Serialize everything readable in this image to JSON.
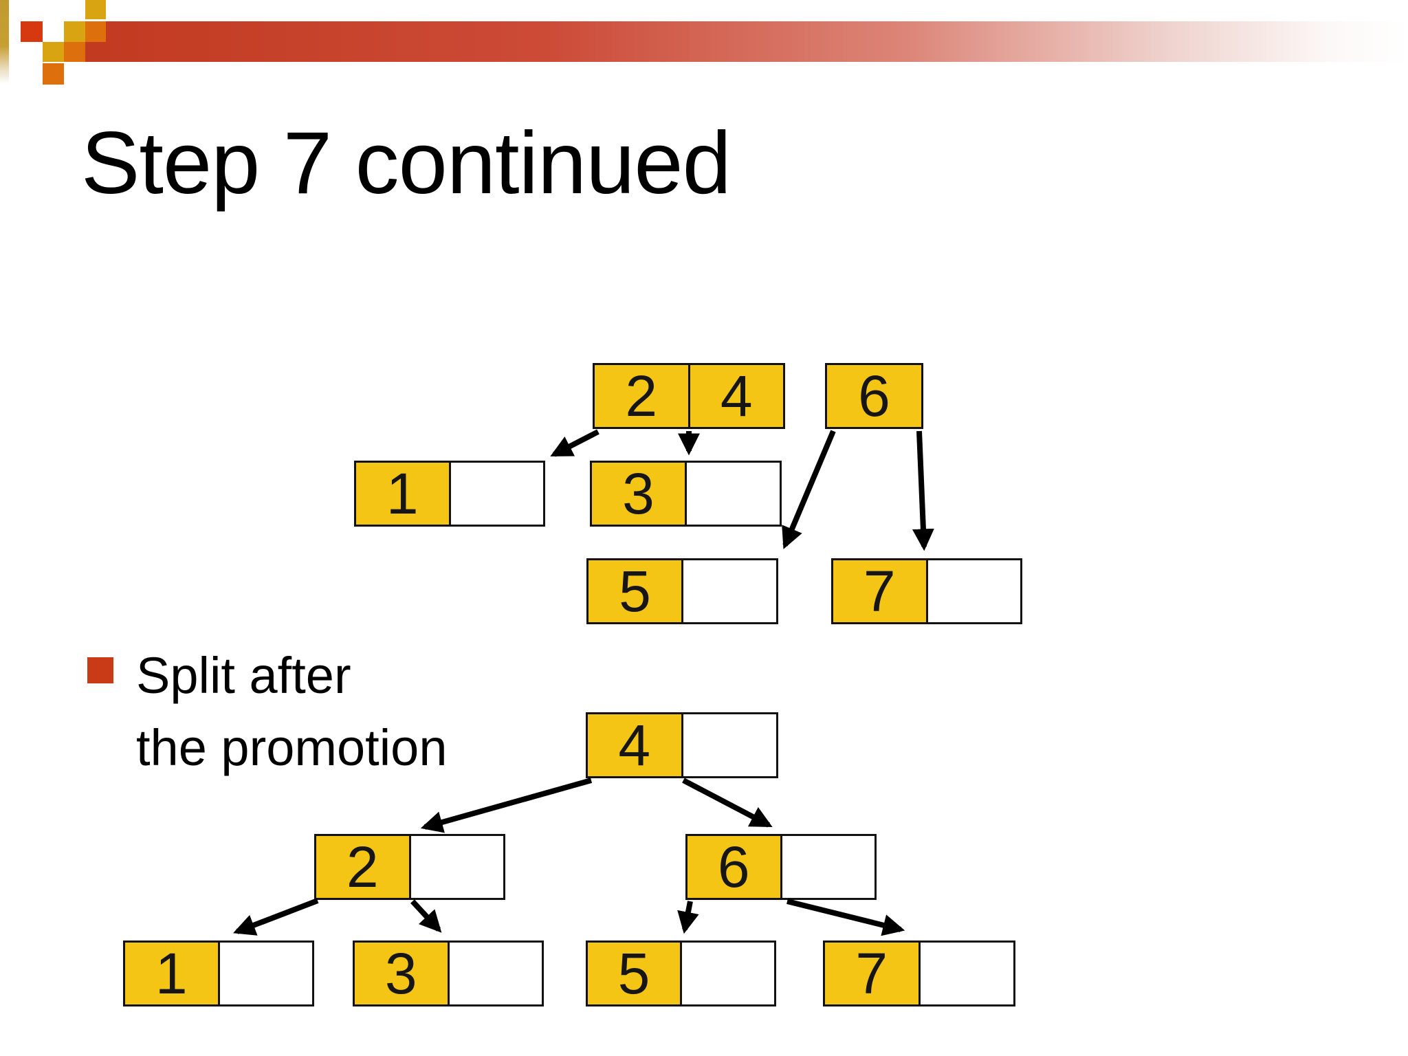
{
  "slide_title": "Step 7 continued",
  "bullet": {
    "line1": "Split after",
    "line2": "the promotion"
  },
  "tree_before_split": {
    "root_keys": [
      "2",
      "4"
    ],
    "promoted_key": "6",
    "leaf1_key": "1",
    "leaf3_key": "3",
    "leaf5_key": "5",
    "leaf7_key": "7",
    "edges": [
      "root[2|4] -> leaf[1]",
      "root[2|4] -> leaf[3]",
      "promoted[6] -> leaf[5]",
      "promoted[6] -> leaf[7]"
    ]
  },
  "tree_after_split": {
    "root_key": "4",
    "left_child_key": "2",
    "right_child_key": "6",
    "leaf1_key": "1",
    "leaf3_key": "3",
    "leaf5_key": "5",
    "leaf7_key": "7",
    "edges": [
      "root[4] -> child[2]",
      "root[4] -> child[6]",
      "child[2] -> leaf[1]",
      "child[2] -> leaf[3]",
      "child[6] -> leaf[5]",
      "child[6] -> leaf[7]"
    ]
  },
  "colors": {
    "cell_yellow": "#f5c516",
    "cell_white": "#ffffff",
    "box_border": "#121212",
    "arrow_black": "#000000",
    "bullet_red": "#c93b16",
    "bar_red": "#c23a20",
    "deco_gold": "#d8a411",
    "deco_orange": "#de6f0d",
    "deco_red": "#d6390f",
    "strip_gold": "#c2992e"
  }
}
